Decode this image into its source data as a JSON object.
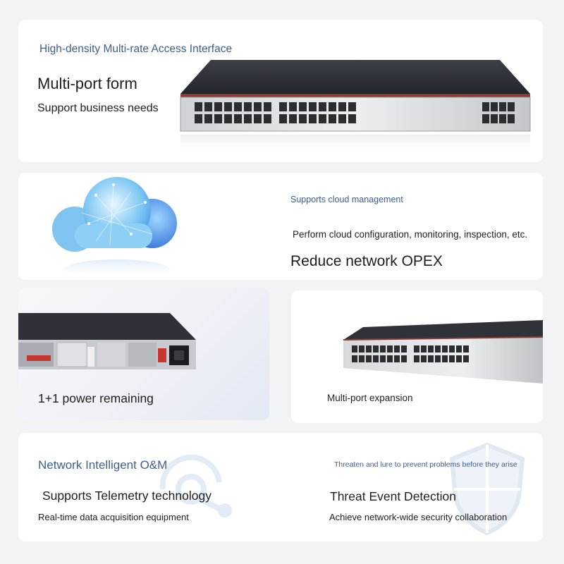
{
  "card_interface": {
    "heading": "High-density Multi-rate Access Interface",
    "title": "Multi-port form",
    "subtitle": "Support business needs"
  },
  "card_cloud": {
    "heading": "Supports cloud management",
    "description": "Perform cloud configuration, monitoring, inspection, etc.",
    "title": "Reduce network OPEX"
  },
  "card_power": {
    "title": "1+1 power remaining"
  },
  "card_expansion": {
    "title": "Multi-port expansion"
  },
  "card_om": {
    "heading": "Network Intelligent O&M",
    "title": "Supports Telemetry technology",
    "subtitle": "Real-time data acquisition equipment"
  },
  "card_security": {
    "heading": "Threaten and lure to prevent problems before they arise",
    "title": "Threat Event Detection",
    "subtitle": "Achieve network-wide security collaboration"
  },
  "colors": {
    "accent_blue": "#3d5f8e",
    "switch_body": "#2c2f36",
    "switch_face": "#d9dbde",
    "power_red": "#c8372f"
  }
}
